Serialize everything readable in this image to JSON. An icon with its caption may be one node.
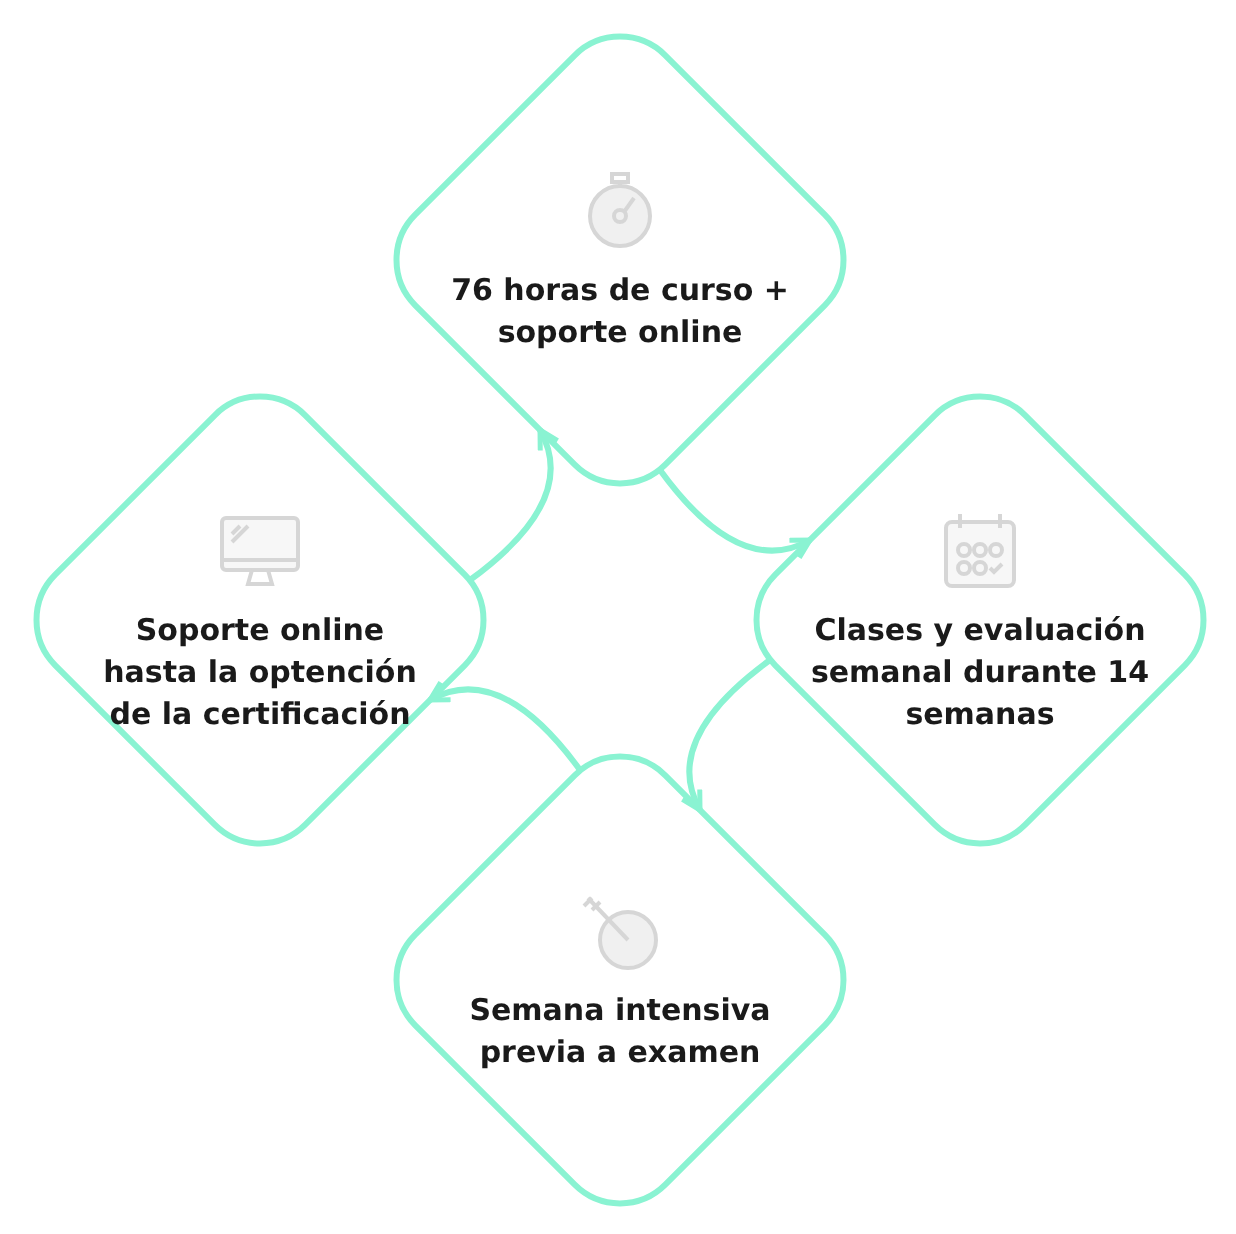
{
  "diagram": {
    "nodes": [
      {
        "text": [
          "76 horas de curso + soporte online"
        ]
      },
      {
        "text": [
          "Clases y evaluación semanal durante 14 semanas"
        ]
      },
      {
        "text": [
          "Semana intensiva previa a examen"
        ]
      },
      {
        "text": [
          "Soporte online hasta la optención de la certificación"
        ]
      }
    ],
    "edges": [
      {
        "from": 0,
        "to": 1,
        "arrow": "to"
      },
      {
        "from": 1,
        "to": 2,
        "arrow": "to"
      },
      {
        "from": 2,
        "to": 3,
        "arrow": "to"
      },
      {
        "from": 3,
        "to": 0,
        "arrow": "to"
      }
    ]
  }
}
